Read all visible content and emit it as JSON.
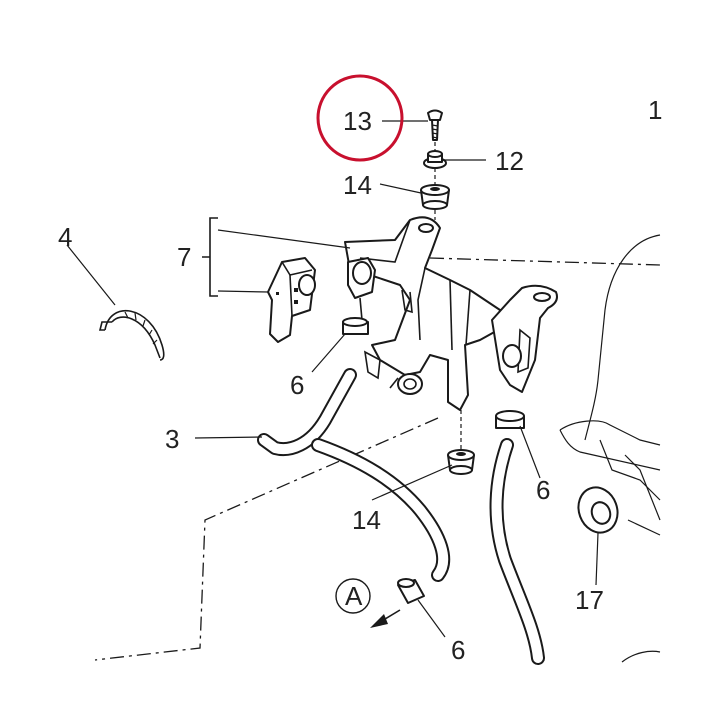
{
  "callouts": {
    "c13": "13",
    "c12": "12",
    "c14_top": "14",
    "c1": "1",
    "c4": "4",
    "c7": "7",
    "c6_left": "6",
    "c3": "3",
    "c14_bottom": "14",
    "c6_right": "6",
    "c17": "17",
    "cA": "A",
    "c6_bottom": "6"
  },
  "highlight_color": "#c8102e"
}
